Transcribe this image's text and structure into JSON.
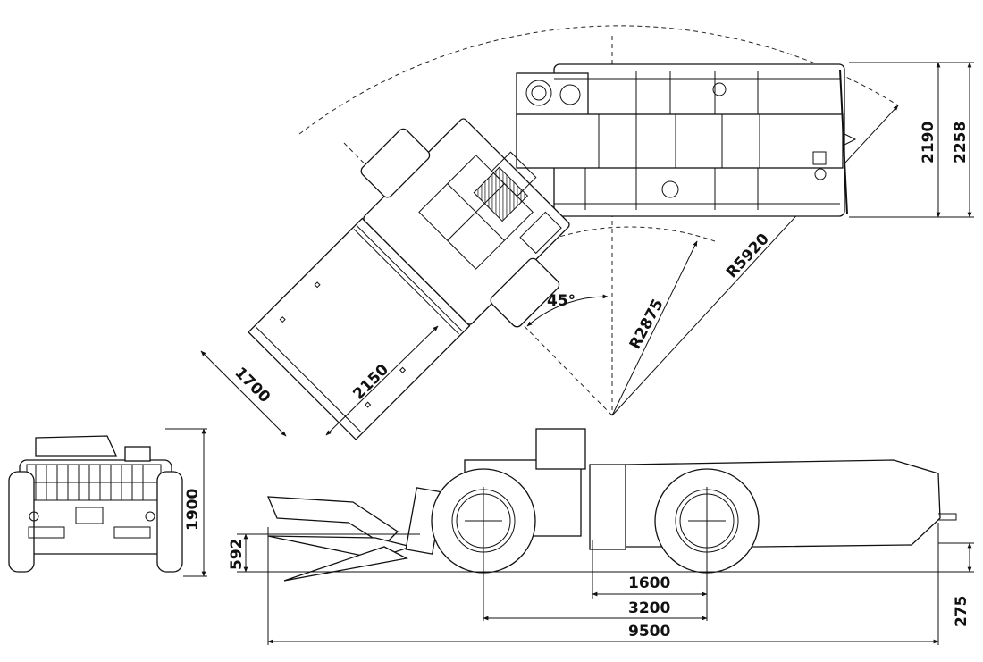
{
  "dimensions": {
    "plan_width_inner": "2190",
    "plan_width_outer": "2258",
    "outer_radius": "R5920",
    "inner_radius": "R2875",
    "articulation_angle": "45°",
    "bucket_width": "1700",
    "bucket_length": "2150",
    "front_height": "1900",
    "dump_height": "592",
    "ground_clearance": "275",
    "axle_to_hinge": "1600",
    "wheelbase": "3200",
    "overall_length": "9500"
  }
}
